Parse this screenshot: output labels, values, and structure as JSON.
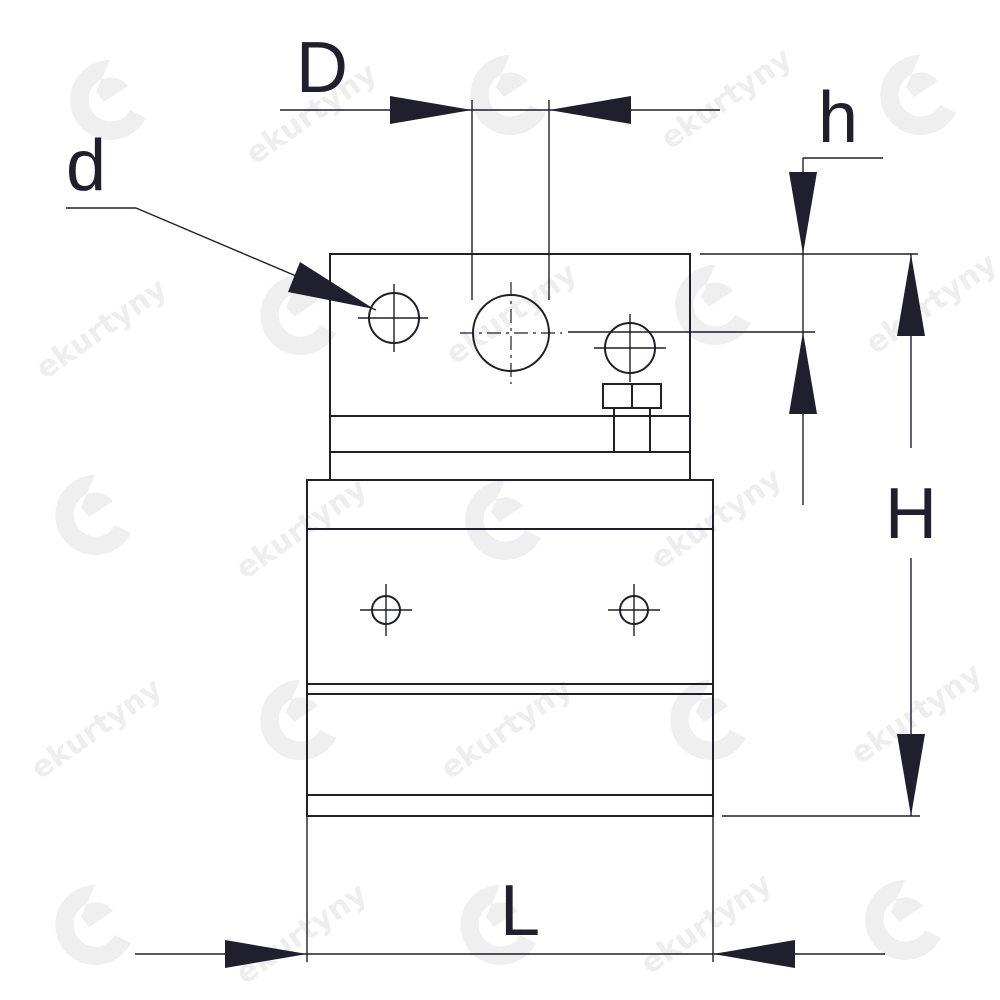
{
  "diagram": {
    "dimensions": {
      "D": "D",
      "d": "d",
      "h": "h",
      "H": "H",
      "L": "L"
    },
    "watermark": {
      "text": "ekurtyny"
    },
    "colors": {
      "line": "#1f1f2e",
      "watermark": "#eeeeee",
      "background": "#ffffff"
    }
  }
}
